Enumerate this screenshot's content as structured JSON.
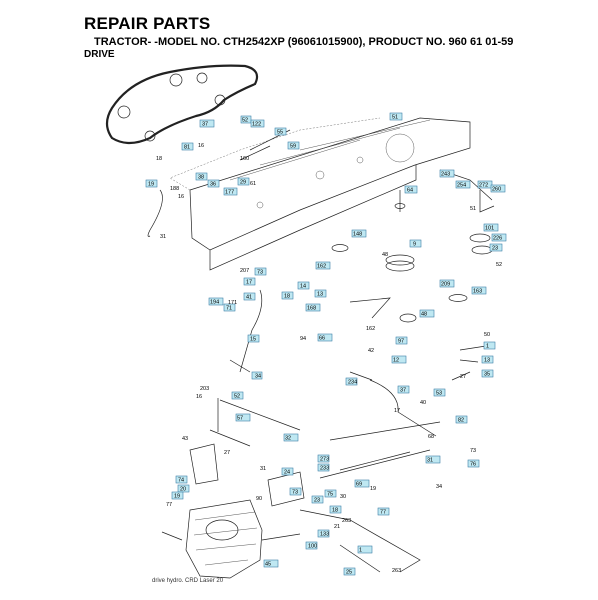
{
  "header": {
    "title": "REPAIR PARTS",
    "subtitle": "TRACTOR- -MODEL NO. CTH2542XP (96061015900), PRODUCT NO. 960 61 01-59",
    "section": "DRIVE"
  },
  "footer": "drive hydro. CRD Laser 20",
  "boxed_labels": [
    "37",
    "51",
    "52",
    "122",
    "55",
    "59",
    "81",
    "38",
    "36",
    "19",
    "177",
    "29",
    "243",
    "254",
    "272",
    "260",
    "64",
    "101",
    "226",
    "23",
    "163",
    "209",
    "9",
    "148",
    "162",
    "14",
    "13",
    "18",
    "73",
    "41",
    "17",
    "194",
    "71",
    "168",
    "66",
    "48",
    "12",
    "13",
    "15",
    "1",
    "35",
    "34",
    "52",
    "37",
    "234",
    "53",
    "57",
    "273",
    "233",
    "31",
    "32",
    "24",
    "73",
    "75",
    "76",
    "74",
    "20",
    "19",
    "23",
    "18",
    "69",
    "77",
    "133",
    "100",
    "45",
    "1",
    "82",
    "25",
    "97"
  ],
  "plain_labels": [
    "16",
    "18",
    "188",
    "31",
    "61",
    "160",
    "16",
    "207",
    "171",
    "48",
    "50",
    "27",
    "40",
    "42",
    "68",
    "73",
    "263",
    "19",
    "90",
    "77",
    "51",
    "52",
    "94",
    "203",
    "16",
    "31",
    "34",
    "27",
    "30",
    "21",
    "263",
    "43",
    "162",
    "17"
  ]
}
